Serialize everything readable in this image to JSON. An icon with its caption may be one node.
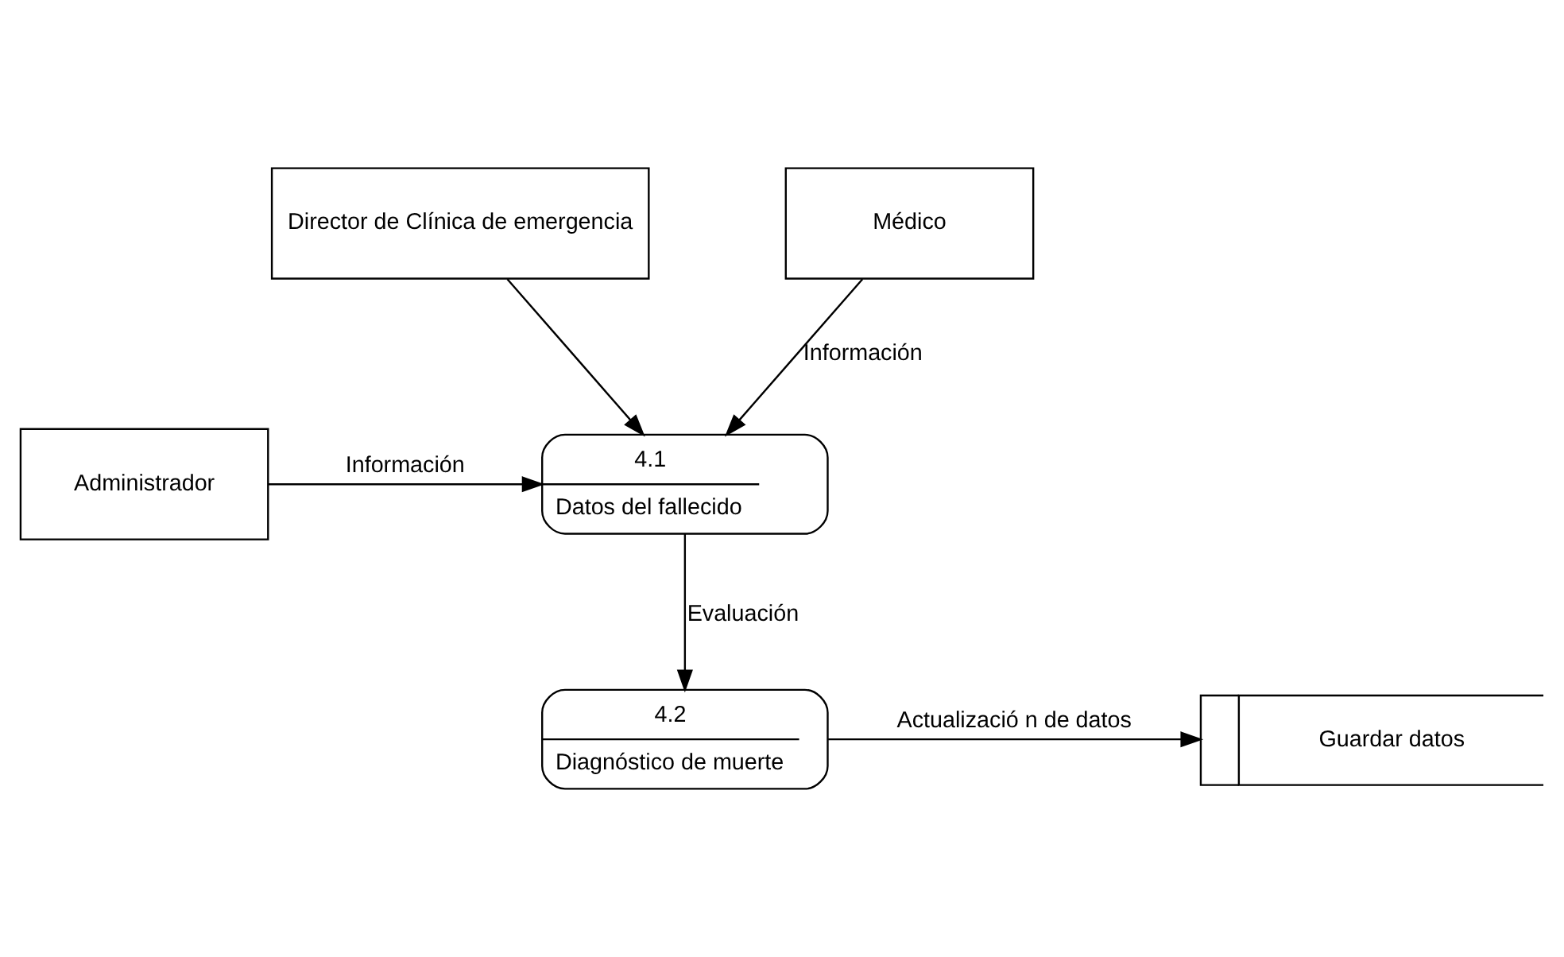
{
  "diagram": {
    "nodes": [
      {
        "text": [
          "Director de Clínica de emergencia"
        ]
      },
      {
        "text": [
          "Médico"
        ]
      },
      {
        "text": [
          "Administrador"
        ]
      },
      {
        "text": [
          "4.1",
          "Datos del fallecido"
        ]
      },
      {
        "text": [
          "4.2",
          "Diagnóstico de muerte"
        ]
      },
      {
        "text": [
          "Guardar datos"
        ]
      }
    ],
    "edges": [
      {
        "from": 0,
        "to": 3,
        "arrow": "to"
      },
      {
        "from": 1,
        "to": 3,
        "label": "Información",
        "arrow": "to"
      },
      {
        "from": 2,
        "to": 3,
        "label": "Información",
        "arrow": "to"
      },
      {
        "from": 3,
        "to": 4,
        "label": "Evaluación",
        "arrow": "to"
      },
      {
        "from": 4,
        "to": 5,
        "label": "Actualizació n de datos",
        "arrow": "to"
      }
    ]
  }
}
